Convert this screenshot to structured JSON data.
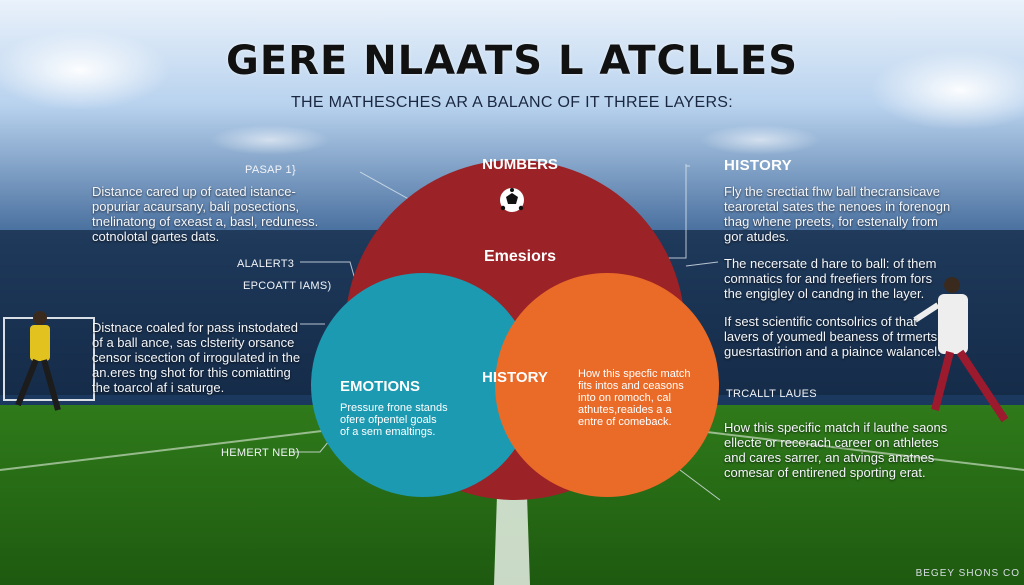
{
  "title": "GERE NLAATS L ATCLLES",
  "subtitle": "THE MATHESCHES AR A BALANC OF IT THREE LAYERS:",
  "icons": {
    "ball": "soccer-ball-icon"
  },
  "colors": {
    "red_circle": "#9b2226",
    "teal_circle": "#1b9ab1",
    "orange_circle": "#ea6a27",
    "grass": "#2f7a1a"
  },
  "venn": {
    "top_label": "NUMBERS",
    "center_label": "Emesiors",
    "left": {
      "title": "EMOTIONS",
      "body": [
        "Pressure frone stands",
        "ofere ofpentel goals",
        "of a sem emaltings."
      ]
    },
    "right": {
      "title": "HISTORY",
      "body": [
        "How this specfic match",
        "fits intos and ceasons",
        "into on romoch, cal",
        "athutes,reaides a a",
        "entre of comeback."
      ]
    }
  },
  "left_side": {
    "label1": "PASAP 1}",
    "block1": [
      "Distance cared up of cated istance-",
      "popuriar acaursany, bali posections,",
      "tnelinatong of exeast a, basl, reduness.",
      "cotnolotal gartes dats."
    ],
    "label2": "ALALERT3",
    "label3": "EPCOATT IAMS)",
    "block2": [
      "Distnace coaled for pass instodated",
      "of a ball ance, sas clsterity orsance",
      "censor iscection of irrogulated in the",
      "an.eres tng shot for this comiatting",
      "the toarcol af i saturge."
    ],
    "label4": "HEMERT NEB)"
  },
  "right_side": {
    "head": "HISTORY",
    "block1": [
      "Fly the srectiat fhw ball thecransicave",
      "tearoretal sates the nenoes in forenogn",
      "thag whene preets, for estenally from",
      "gor atudes."
    ],
    "block2": [
      "The necersate d hare to ball: of them",
      "comnatics for and freefiers from fors",
      "the engigley ol candng in the layer."
    ],
    "block3": [
      "If sest scientific contsolrics of that",
      "lavers of youmedl beaness of trmerts",
      "guesrtastirion and a piaince walancel."
    ],
    "label": "TRCALLT LAUES",
    "block4": [
      "How this specific match if lauthe saons",
      "ellecte or recerach career on athletes",
      "and cares sarrer, an atvings anatnes",
      "comesar of entirened sporting erat."
    ]
  },
  "watermark": "BEGEY SHONS CO"
}
